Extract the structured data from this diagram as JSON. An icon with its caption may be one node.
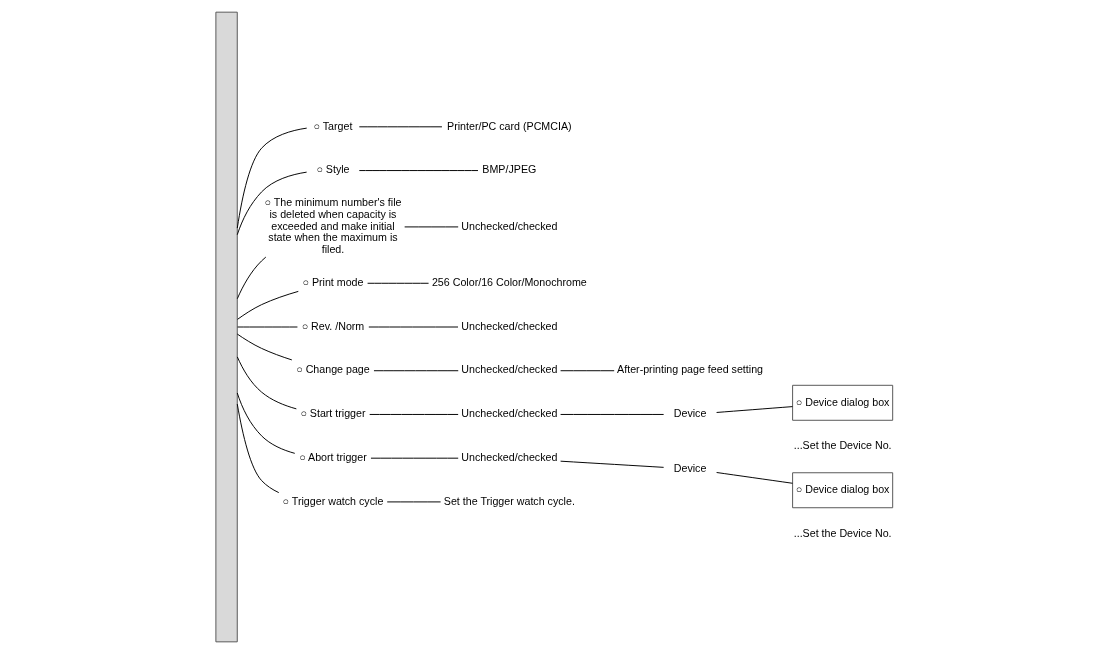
{
  "diagram": {
    "nodes": [
      {
        "text": [],
        "shape": "bar"
      },
      {
        "text": [
          "○ Target"
        ]
      },
      {
        "text": [
          "Printer/PC card (PCMCIA)"
        ]
      },
      {
        "text": [
          "○ Style"
        ]
      },
      {
        "text": [
          "BMP/JPEG"
        ]
      },
      {
        "text": [
          "○ The minimum number's file is deleted when capacity is exceeded and make initial state when the maximum is filed."
        ]
      },
      {
        "text": [
          "Unchecked/checked"
        ]
      },
      {
        "text": [
          "○ Print mode"
        ]
      },
      {
        "text": [
          "256 Color/16 Color/Monochrome"
        ]
      },
      {
        "text": [
          "○ Rev. /Norm"
        ]
      },
      {
        "text": [
          "Unchecked/checked"
        ]
      },
      {
        "text": [
          "○ Change page"
        ]
      },
      {
        "text": [
          "Unchecked/checked"
        ]
      },
      {
        "text": [
          "After-printing page feed setting"
        ]
      },
      {
        "text": [
          "○ Start trigger"
        ]
      },
      {
        "text": [
          "Unchecked/checked"
        ]
      },
      {
        "text": [
          "Device"
        ]
      },
      {
        "text": [
          "○ Device dialog box"
        ],
        "beside": [
          "...Set the Device No."
        ]
      },
      {
        "text": [
          "○ Abort trigger"
        ]
      },
      {
        "text": [
          "Unchecked/checked"
        ]
      },
      {
        "text": [
          "Device"
        ]
      },
      {
        "text": [
          "○ Device dialog box"
        ],
        "beside": [
          "...Set the Device No."
        ]
      },
      {
        "text": [
          "○ Trigger watch cycle"
        ]
      },
      {
        "text": [
          "Set the Trigger watch cycle."
        ]
      }
    ],
    "edges": [
      {
        "from": 0,
        "to": 1,
        "arrow": "none"
      },
      {
        "from": 1,
        "to": 2,
        "arrow": "none"
      },
      {
        "from": 0,
        "to": 3,
        "arrow": "none"
      },
      {
        "from": 3,
        "to": 4,
        "arrow": "none"
      },
      {
        "from": 0,
        "to": 5,
        "arrow": "none"
      },
      {
        "from": 5,
        "to": 6,
        "arrow": "none"
      },
      {
        "from": 0,
        "to": 7,
        "arrow": "none"
      },
      {
        "from": 7,
        "to": 8,
        "arrow": "none"
      },
      {
        "from": 0,
        "to": 9,
        "arrow": "none"
      },
      {
        "from": 9,
        "to": 10,
        "arrow": "none"
      },
      {
        "from": 0,
        "to": 11,
        "arrow": "none"
      },
      {
        "from": 11,
        "to": 12,
        "arrow": "none"
      },
      {
        "from": 12,
        "to": 13,
        "arrow": "none"
      },
      {
        "from": 0,
        "to": 14,
        "arrow": "none"
      },
      {
        "from": 14,
        "to": 15,
        "arrow": "none"
      },
      {
        "from": 15,
        "to": 16,
        "arrow": "none"
      },
      {
        "from": 16,
        "to": 17,
        "arrow": "none"
      },
      {
        "from": 0,
        "to": 18,
        "arrow": "none"
      },
      {
        "from": 18,
        "to": 19,
        "arrow": "none"
      },
      {
        "from": 19,
        "to": 20,
        "arrow": "none"
      },
      {
        "from": 20,
        "to": 21,
        "arrow": "none"
      },
      {
        "from": 0,
        "to": 22,
        "arrow": "none"
      },
      {
        "from": 22,
        "to": 23,
        "arrow": "none"
      }
    ]
  }
}
